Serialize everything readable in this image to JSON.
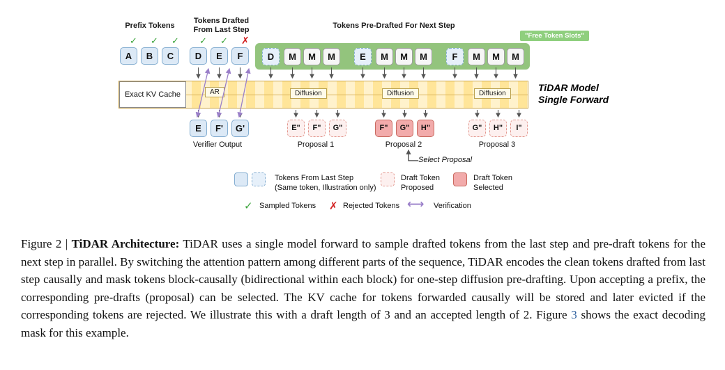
{
  "colors": {
    "green_band": "#93c47d",
    "green_badge": "#8fcf7e",
    "blue_token_bg": "#dce9f6",
    "blue_token_border": "#85aed1",
    "mask_token_bg": "#f6f6f6",
    "pink_proposed_bg": "#fdf0ef",
    "pink_selected_bg": "#f2abab",
    "band_yellow_light": "#fff2cc",
    "band_yellow_dark": "#ffe599",
    "check_green": "#3aa33a",
    "cross_red": "#d21f1f",
    "verify_purple": "#9a7fc9",
    "link_blue": "#2d5f9e"
  },
  "diagram": {
    "headers": {
      "prefix": "Prefix Tokens",
      "drafted_l1": "Tokens Drafted",
      "drafted_l2": "From Last Step",
      "predrafted": "Tokens Pre-Drafted For Next Step",
      "free_slots": "\"Free Token Slots\""
    },
    "tokens": {
      "prefix": [
        "A",
        "B",
        "C"
      ],
      "drafted": [
        "D",
        "E",
        "F"
      ],
      "block1": [
        "D",
        "M",
        "M",
        "M"
      ],
      "block2": [
        "E",
        "M",
        "M",
        "M"
      ],
      "block3": [
        "F",
        "M",
        "M",
        "M"
      ],
      "verifier": [
        "E",
        "F'",
        "G'"
      ],
      "proposal1": [
        "E\"",
        "F\"",
        "G\""
      ],
      "proposal2": [
        "F\"",
        "G\"",
        "H\""
      ],
      "proposal3": [
        "G\"",
        "H\"",
        "I\""
      ]
    },
    "model": {
      "kv_cache": "Exact KV Cache",
      "ar": "AR",
      "diffusion": "Diffusion",
      "name_l1": "TiDAR Model",
      "name_l2": "Single Forward"
    },
    "outputs": {
      "verifier_label": "Verifier Output",
      "proposal1_label": "Proposal 1",
      "proposal2_label": "Proposal 2",
      "proposal3_label": "Proposal 3",
      "select": "Select Proposal"
    },
    "legend": {
      "last_step_l1": "Tokens From Last Step",
      "last_step_l2": "(Same token, Illustration only)",
      "proposed_l1": "Draft Token",
      "proposed_l2": "Proposed",
      "selected_l1": "Draft Token",
      "selected_l2": "Selected",
      "sampled": "Sampled Tokens",
      "rejected": "Rejected Tokens",
      "verification": "Verification",
      "arrow_glyph": "⟷"
    },
    "marks": {
      "check": "✓",
      "cross": "✗"
    }
  },
  "caption": {
    "figure_label": "Figure 2",
    "separator": "|",
    "title": "TiDAR Architecture:",
    "body1": "TiDAR uses a single model forward to sample drafted tokens from the last step and pre-draft tokens for the next step in parallel. By switching the attention pattern among different parts of the sequence, TiDAR encodes the clean tokens drafted from last step causally and mask tokens block-causally (bidirectional within each block) for one-step diffusion pre-drafting. Upon accepting a prefix, the corresponding pre-drafts (proposal) can be selected. The KV cache for tokens forwarded causally will be stored and later evicted if the corresponding tokens are rejected. We illustrate this with a draft length of 3 and an accepted length of 2. Figure",
    "link": "3",
    "body2": "shows the exact decoding mask for this example."
  }
}
